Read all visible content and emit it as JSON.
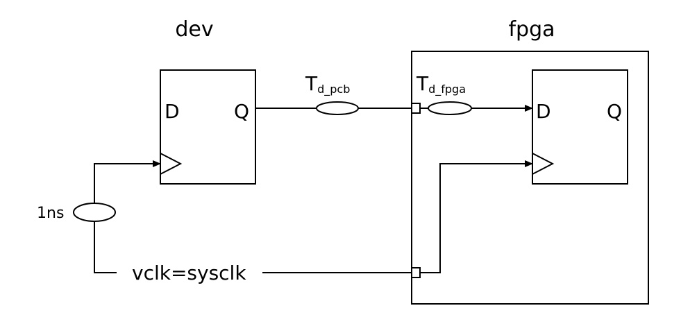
{
  "titles": {
    "dev": "dev",
    "fpga": "fpga"
  },
  "dev_ff": {
    "d": "D",
    "q": "Q"
  },
  "fpga_ff": {
    "d": "D",
    "q": "Q"
  },
  "delays": {
    "pcb": {
      "main": "T",
      "sub": "d_pcb"
    },
    "fpga": {
      "main": "T",
      "sub": "d_fpga"
    },
    "clk": "1ns"
  },
  "clock_signal": "vclk=sysclk"
}
